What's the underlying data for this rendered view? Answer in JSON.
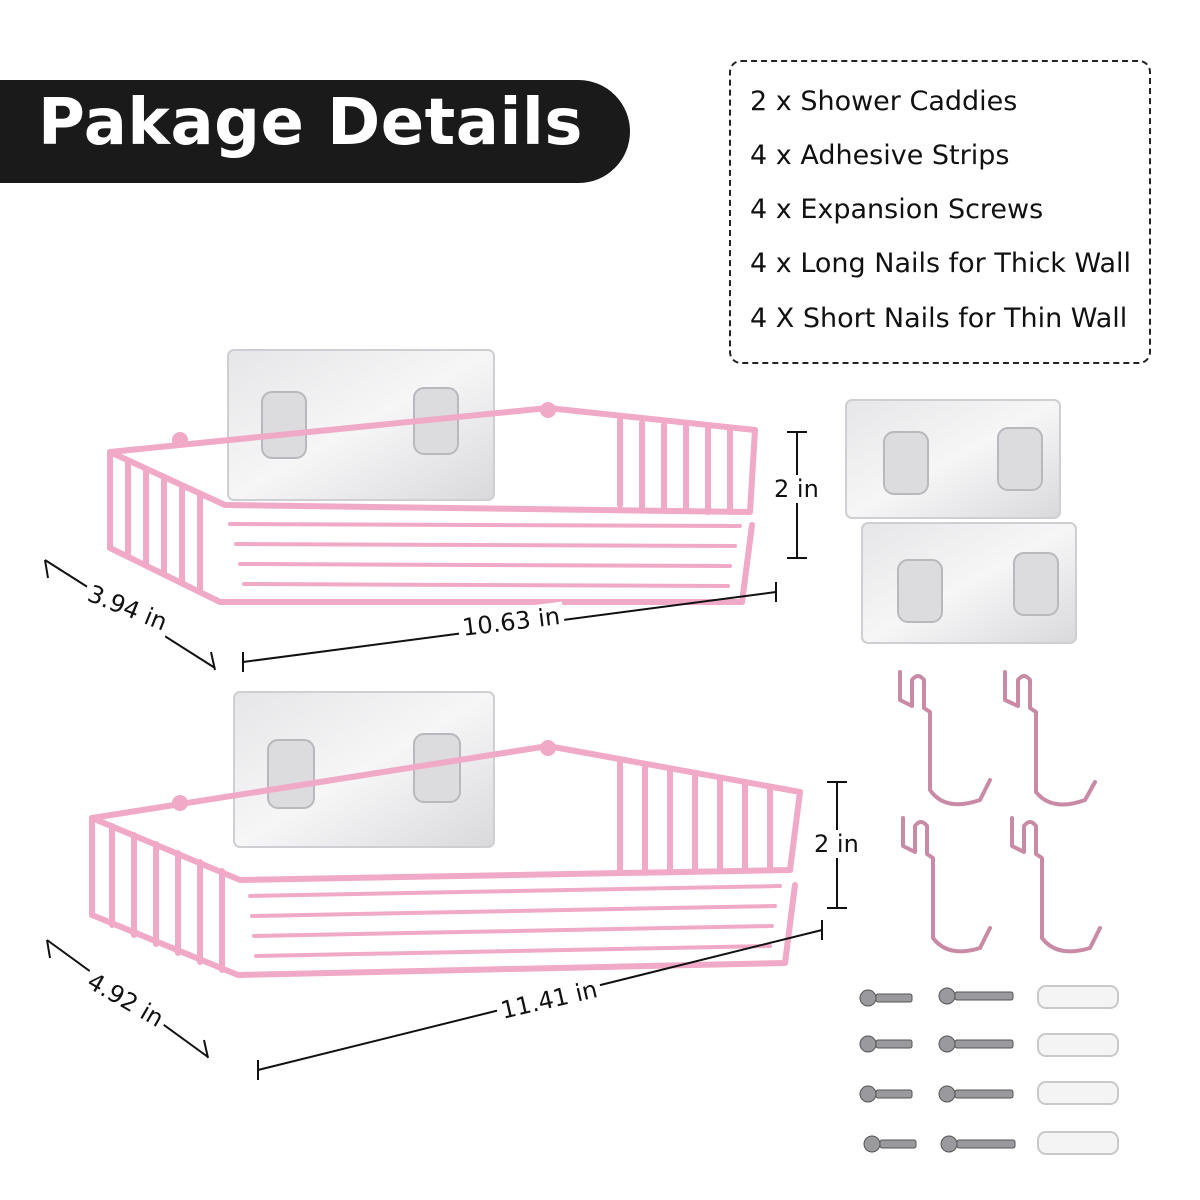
{
  "title": "Pakage Details",
  "package_items": [
    "2 x Shower Caddies",
    "4 x Adhesive Strips",
    "4 x Expansion Screws",
    "4 x Long Nails for Thick Wall",
    "4 X Short Nails for Thin Wall"
  ],
  "caddy_small": {
    "height": "2 in",
    "depth": "3.94 in",
    "width": "10.63 in"
  },
  "caddy_large": {
    "height": "2 in",
    "depth": "4.92 in",
    "width": "11.41 in"
  },
  "colors": {
    "banner": "#1a1a1a",
    "caddy": "#f0a9c6",
    "hook": "#c98aa6"
  }
}
